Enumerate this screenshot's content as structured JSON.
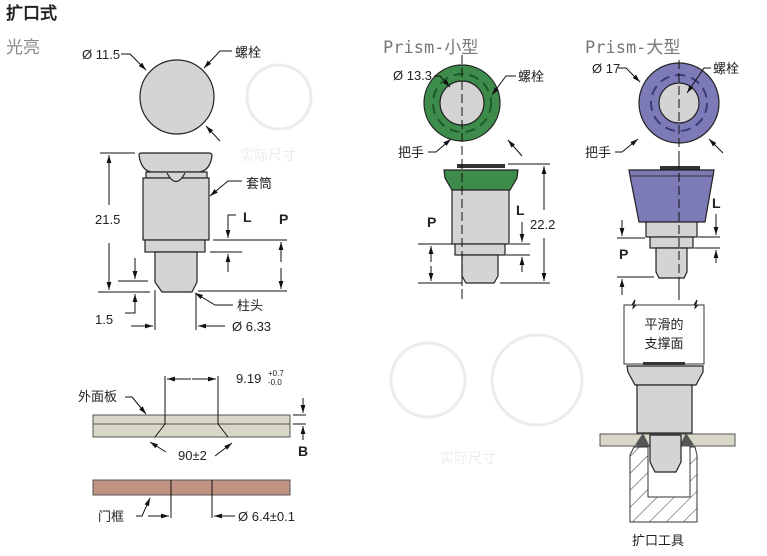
{
  "title": "扩口式",
  "colors": {
    "bright": "#d4d4d4",
    "green": "#3e8c4c",
    "purple": "#7d7ab8",
    "panel": "#d9d8c6",
    "frame": "#c09282"
  },
  "sections": {
    "bright": {
      "heading": "光亮",
      "diameter": "Ø 11.5",
      "bolt": "螺栓",
      "sleeve": "套筒",
      "height": "21.5",
      "L": "L",
      "P": "P",
      "chamfer": "1.5",
      "stud_tip": "柱头",
      "stud_diameter": "Ø 6.33",
      "watermark": "实际尺寸"
    },
    "small": {
      "heading": "Prism-小型",
      "diameter": "Ø 13.3",
      "bolt": "螺栓",
      "handle": "把手",
      "height": "22.2",
      "L": "L",
      "P": "P",
      "watermark": "实际尺寸"
    },
    "large": {
      "heading": "Prism-大型",
      "diameter": "Ø 17",
      "bolt": "螺栓",
      "handle": "把手",
      "L": "L",
      "P": "P",
      "support_line1": "平滑的",
      "support_line2": "支撑面",
      "tool": "扩口工具"
    },
    "panel": {
      "outer_panel": "外面板",
      "countersink": "9.19",
      "tol_plus": "+0.7",
      "tol_minus": "-0.0",
      "angle": "90±2",
      "B": "B",
      "door_frame": "门框",
      "hole": "Ø 6.4±0.1"
    }
  }
}
